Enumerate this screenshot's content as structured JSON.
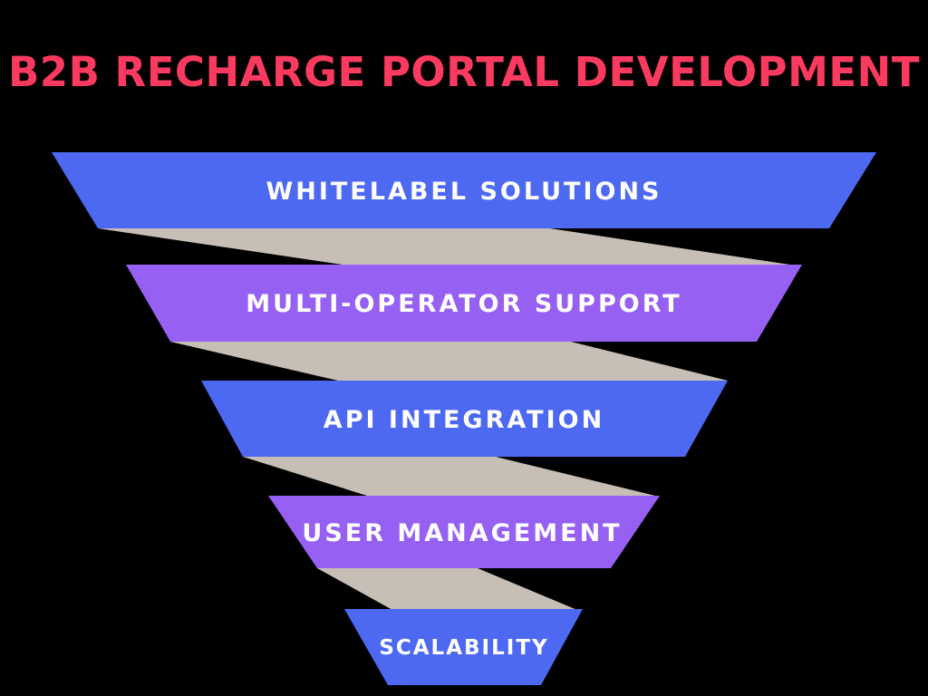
{
  "title": "B2B RECHARGE PORTAL DEVELOPMENT",
  "colors": {
    "background": "#000000",
    "title_pink": "#fb3a60",
    "stage_blue": "#4d69f2",
    "stage_purple": "#9660f3",
    "connector_taupe": "#c7beb5",
    "label_white": "#ffffff"
  },
  "funnel": {
    "type": "funnel",
    "direction": "top-down",
    "stages": [
      {
        "label": "WHITELABEL SOLUTIONS",
        "color": "#4d69f2"
      },
      {
        "label": "MULTI-OPERATOR SUPPORT",
        "color": "#9660f3"
      },
      {
        "label": "API INTEGRATION",
        "color": "#4d69f2"
      },
      {
        "label": "USER MANAGEMENT",
        "color": "#9660f3"
      },
      {
        "label": "SCALABILITY",
        "color": "#4d69f2"
      }
    ],
    "connector_color": "#c7beb5"
  }
}
